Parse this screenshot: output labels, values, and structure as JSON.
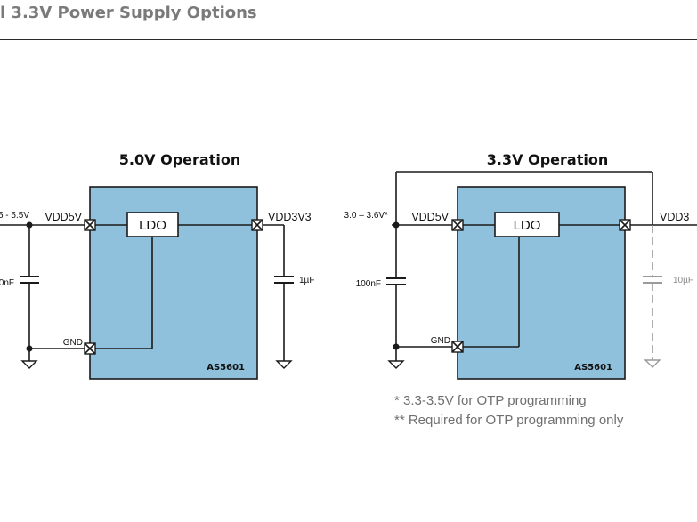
{
  "header": {
    "title": "l 3.3V Power Supply Options"
  },
  "left": {
    "heading": "5.0V Operation",
    "input_label": "5 - 5.5V",
    "vdd5v_label": "VDD5V",
    "vdd3v3_label": "VDD3V3",
    "gnd_label": "GND",
    "ldo_label": "LDO",
    "chip_label": "AS5601",
    "cap_in_label": "0nF",
    "cap_out_label": "1µF"
  },
  "right": {
    "heading": "3.3V Operation",
    "input_label": "3.0 – 3.6V*",
    "vdd5v_label": "VDD5V",
    "vdd3v3_label": "VDD3",
    "gnd_label": "GND",
    "ldo_label": "LDO",
    "chip_label": "AS5601",
    "cap_in_label": "100nF",
    "cap_out_label": "10µF"
  },
  "notes": [
    "*  3.3-3.5V for OTP programming",
    "** Required for OTP programming only"
  ],
  "colors": {
    "chip_fill": "#8fc1dd",
    "title": "#7a7a7a",
    "optional": "#9a9a9a"
  }
}
